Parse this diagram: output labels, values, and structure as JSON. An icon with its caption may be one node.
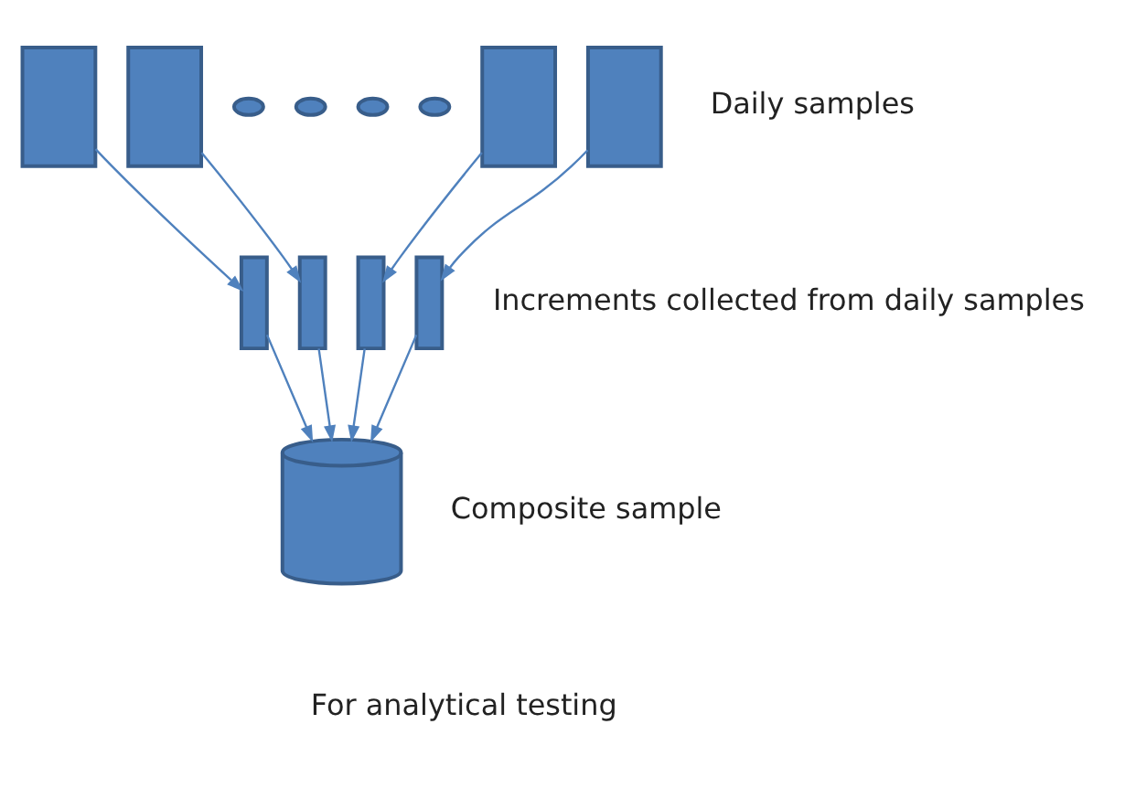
{
  "diagram": {
    "nodes": [
      {
        "text": [],
        "shape": "box"
      },
      {
        "text": [],
        "shape": "box"
      },
      {
        "text": [],
        "shape": "circle"
      },
      {
        "text": [],
        "shape": "circle"
      },
      {
        "text": [],
        "shape": "circle"
      },
      {
        "text": [],
        "shape": "circle"
      },
      {
        "text": [],
        "shape": "box"
      },
      {
        "text": [],
        "shape": "box"
      },
      {
        "text": [],
        "shape": "bar"
      },
      {
        "text": [],
        "shape": "bar"
      },
      {
        "text": [],
        "shape": "bar"
      },
      {
        "text": [],
        "shape": "bar"
      },
      {
        "text": [],
        "shape": "cylinder"
      }
    ],
    "edges": [
      {
        "from": 0,
        "to": 8,
        "arrow": "to"
      },
      {
        "from": 1,
        "to": 9,
        "arrow": "to"
      },
      {
        "from": 6,
        "to": 10,
        "arrow": "to"
      },
      {
        "from": 7,
        "to": 11,
        "arrow": "to"
      },
      {
        "from": 8,
        "to": 12,
        "arrow": "to"
      },
      {
        "from": 9,
        "to": 12,
        "arrow": "to"
      },
      {
        "from": 10,
        "to": 12,
        "arrow": "to"
      },
      {
        "from": 11,
        "to": 12,
        "arrow": "to"
      }
    ],
    "labels": [
      "Daily samples",
      "Increments collected from daily samples",
      "Composite sample",
      "For analytical testing"
    ]
  }
}
